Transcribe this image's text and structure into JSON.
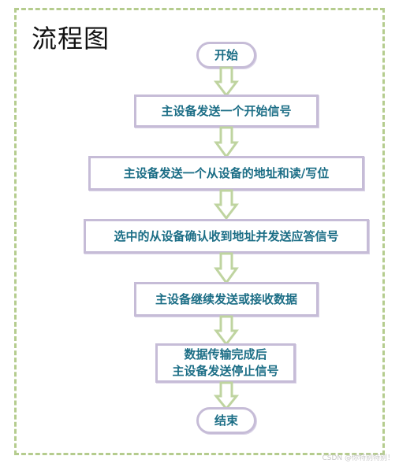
{
  "title": "流程图",
  "nodes": {
    "start": "开始",
    "step1": "主设备发送一个开始信号",
    "step2": "主设备发送一个从设备的地址和读/写位",
    "step3": "选中的从设备确认收到地址并发送应答信号",
    "step4": "主设备继续发送或接收数据",
    "step5_line1": "数据传输完成后",
    "step5_line2": "主设备发送停止信号",
    "end": "结束"
  },
  "watermark": "CSDN @你特别特别！",
  "colors": {
    "frame_dash": "#b5cc8e",
    "node_border": "#c6bcd7",
    "node_text": "#1c6e86",
    "arrow_stroke": "#bfd4a0"
  }
}
